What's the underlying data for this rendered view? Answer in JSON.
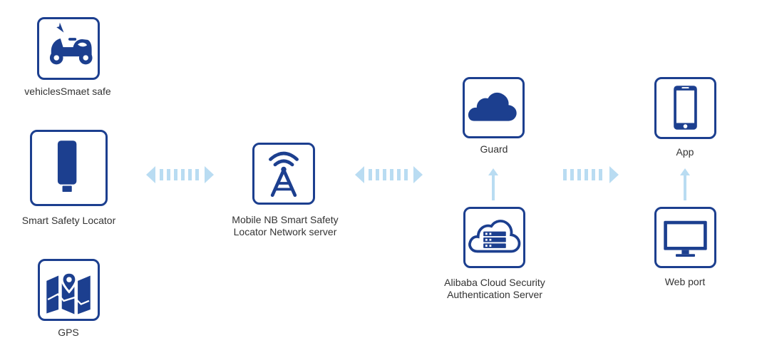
{
  "colors": {
    "primary": "#1c3f8f",
    "arrow": "#b9dcf2",
    "text": "#333333",
    "background": "#ffffff"
  },
  "nodes": {
    "vehicle": {
      "label": "vehiclesSmaet safe",
      "icon": "scooter-icon"
    },
    "locator": {
      "label": "Smart Safety Locator",
      "icon": "locator-device-icon"
    },
    "gps": {
      "label": "GPS",
      "icon": "map-pin-icon"
    },
    "network": {
      "label_line1": "Mobile NB Smart Safety",
      "label_line2": "Locator Network server",
      "icon": "signal-tower-icon"
    },
    "guard": {
      "label": "Guard",
      "icon": "cloud-icon"
    },
    "alibaba": {
      "label_line1": "Alibaba Cloud Security",
      "label_line2": "Authentication Server",
      "icon": "cloud-server-icon"
    },
    "app": {
      "label": "App",
      "icon": "smartphone-icon"
    },
    "web": {
      "label": "Web port",
      "icon": "monitor-icon"
    }
  },
  "arrows": [
    {
      "from": "locator",
      "to": "network",
      "direction": "bidirectional"
    },
    {
      "from": "network",
      "to": "alibaba",
      "direction": "bidirectional"
    },
    {
      "from": "alibaba",
      "to": "app",
      "direction": "right"
    },
    {
      "from": "alibaba",
      "to": "guard",
      "direction": "up"
    },
    {
      "from": "web",
      "to": "app",
      "direction": "up"
    }
  ]
}
